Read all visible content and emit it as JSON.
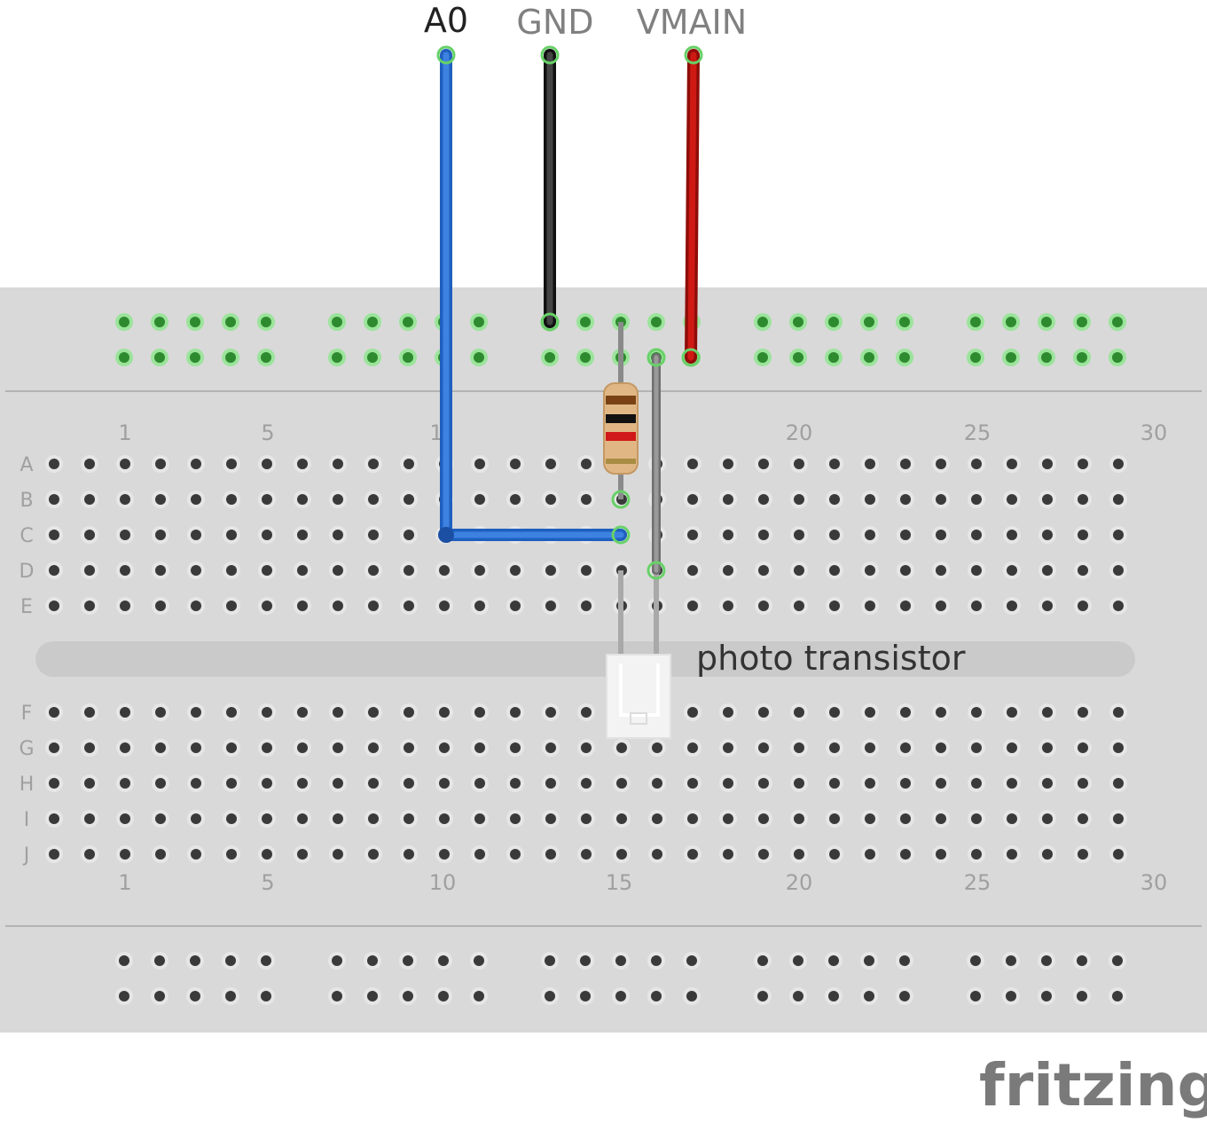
{
  "pins": {
    "a0": "A0",
    "gnd": "GND",
    "vmain": "VMAIN"
  },
  "breadboard": {
    "columns_top": [
      "1",
      "5",
      "1",
      "20",
      "25",
      "30"
    ],
    "columns_bottom": [
      "1",
      "5",
      "10",
      "15",
      "20",
      "25",
      "30"
    ],
    "rows_top": [
      "A",
      "B",
      "C",
      "D",
      "E"
    ],
    "rows_bottom": [
      "F",
      "G",
      "H",
      "I",
      "J"
    ]
  },
  "component_label": "photo transistor",
  "logo": "fritzing",
  "colors": {
    "board": "#d9d9d9",
    "hole": "#3a3a3a",
    "connected_hole": "#3fa83f",
    "wire_a0": "#2f6fd0",
    "wire_gnd": "#333333",
    "wire_vmain": "#c41a12",
    "leg": "#8a8a8a",
    "label_dark": "#222222",
    "label_gray": "#808080"
  }
}
